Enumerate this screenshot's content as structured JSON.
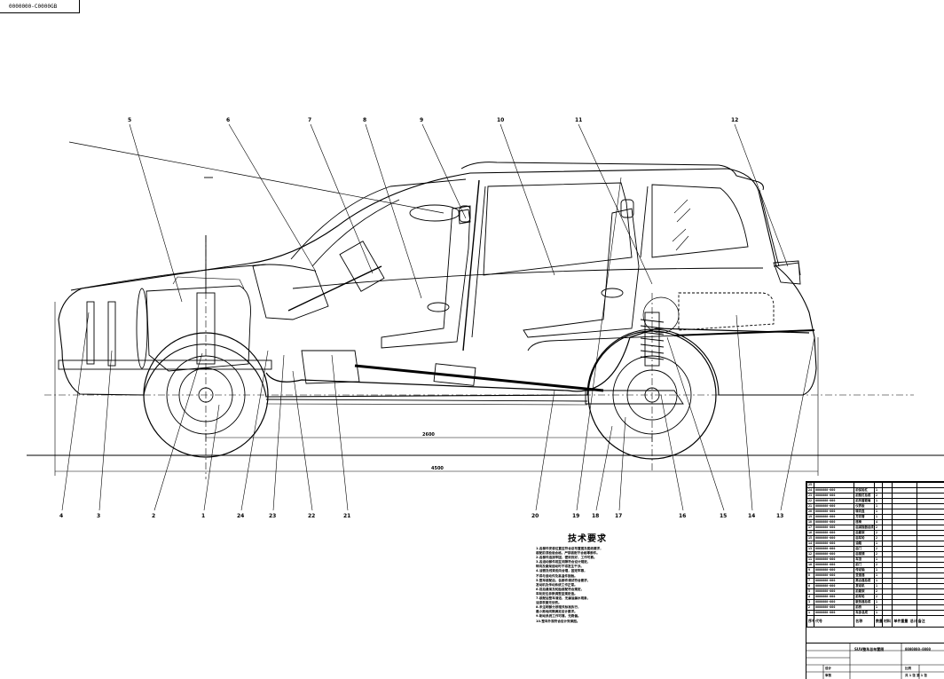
{
  "drawing_tag": "0000000-C0000GB",
  "callouts": {
    "top": [
      "5",
      "6",
      "7",
      "8",
      "9",
      "10",
      "11",
      "12"
    ],
    "bottom": [
      "4",
      "3",
      "2",
      "1",
      "24",
      "23",
      "22",
      "21",
      "20",
      "19",
      "18",
      "17",
      "16",
      "15",
      "14",
      "13"
    ]
  },
  "dimensions": {
    "wheelbase": "2600",
    "overall": "4500"
  },
  "tech_req": {
    "title": "技术要求",
    "lines": [
      "1.各部件安装位置应符合总布置图及图纸要求，",
      "装配前须检验合格，严禁装配不合格零部件。",
      "2.各部件连接牢固，密封良好，工作可靠。",
      "3.各运动部件相互间隙符合设计规定，",
      "转向及悬架运动时不得发生干涉。",
      "4.油管及线束走向合理，固定牢靠，",
      "不得与运动件及高温件接触。",
      "5.整车装配后，各部件调试符合要求，",
      "发动机及传动系统工作正常。",
      "6.前后悬架及轮胎装配符合规定，",
      "车轮定位参数调整至规定值。",
      "7.装配后整车清洁，无漏油漏水现象，",
      "油漆表面无划伤。",
      "8.未注明部分按相关标准执行，",
      "最小离地间隙满足设计要求。",
      "9.制动系统工作可靠，无跑偏。",
      "10.整车外观符合设计效果图。"
    ]
  },
  "bom": {
    "rows": [
      [
        "25",
        "",
        "",
        "",
        ""
      ],
      [
        "24",
        "0000000-000",
        "前保险杠",
        "1",
        ""
      ],
      [
        "23",
        "0000000-000",
        "前照灯总成",
        "2",
        ""
      ],
      [
        "22",
        "0000000-000",
        "前风窗玻璃",
        "1",
        ""
      ],
      [
        "21",
        "0000000-000",
        "仪表板",
        "1",
        ""
      ],
      [
        "20",
        "0000000-000",
        "转向盘",
        "1",
        ""
      ],
      [
        "19",
        "0000000-000",
        "方向管",
        "1",
        ""
      ],
      [
        "18",
        "0000000-000",
        "座椅",
        "4",
        ""
      ],
      [
        "17",
        "0000000-000",
        "后减振器总成",
        "2",
        ""
      ],
      [
        "16",
        "0000000-000",
        "后悬架",
        "2",
        ""
      ],
      [
        "15",
        "0000000-000",
        "后车轮",
        "2",
        ""
      ],
      [
        "14",
        "0000000-000",
        "油箱",
        "1",
        ""
      ],
      [
        "13",
        "0000000-000",
        "后门",
        "2",
        ""
      ],
      [
        "12",
        "0000000-000",
        "后视镜",
        "2",
        ""
      ],
      [
        "11",
        "0000000-000",
        "车顶",
        "1",
        ""
      ],
      [
        "10",
        "0000000-000",
        "前门",
        "2",
        ""
      ],
      [
        "9",
        "0000000-000",
        "传动轴",
        "1",
        ""
      ],
      [
        "8",
        "0000000-000",
        "变速器",
        "1",
        ""
      ],
      [
        "7",
        "0000000-000",
        "离合器总成",
        "1",
        ""
      ],
      [
        "6",
        "0000000-000",
        "发动机",
        "1",
        ""
      ],
      [
        "5",
        "0000000-000",
        "前悬架",
        "2",
        ""
      ],
      [
        "4",
        "0000000-000",
        "前车轮",
        "2",
        ""
      ],
      [
        "3",
        "0000000-000",
        "散热器总成",
        "1",
        ""
      ],
      [
        "2",
        "0000000-000",
        "前桥",
        "1",
        ""
      ],
      [
        "1",
        "0000000-000",
        "车身总成",
        "1",
        ""
      ]
    ],
    "header": [
      "序号",
      "代号",
      "名称",
      "数量",
      "材料",
      "单件重量 总计",
      "备注"
    ]
  },
  "title_block": {
    "part_name": "SUV整车总布置图",
    "drawing_no": "0000000-0000",
    "designer": "设计",
    "checker": "审核",
    "scale": "比例",
    "sheet": "共 1 张 第 1 张"
  }
}
